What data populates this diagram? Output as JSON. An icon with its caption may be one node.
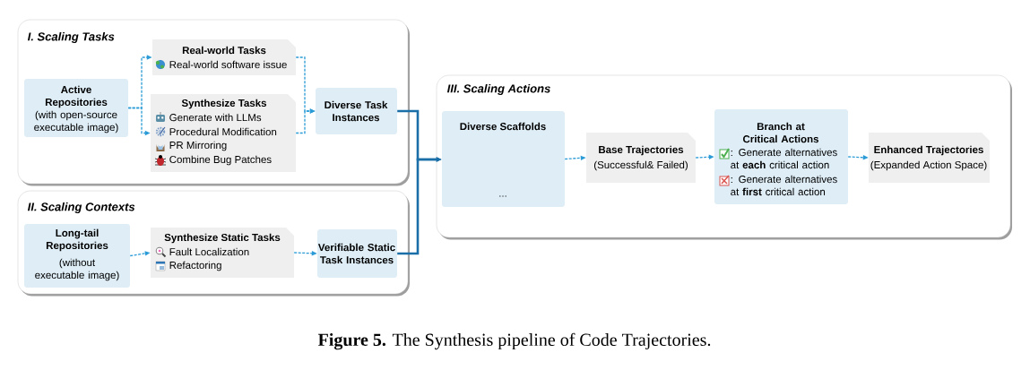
{
  "diagram": {
    "caption": "**Figure 5.** The Synthesis pipeline of Code Trajectories.",
    "nodes": [
      {
        "text": [
          "I. Scaling Tasks"
        ]
      },
      {
        "text": [
          "Active Repositories",
          "(with open-source executable image)"
        ],
        "in": 0
      },
      {
        "text": [
          "Real-world Tasks",
          "Real-world software issue"
        ],
        "in": 0
      },
      {
        "text": [
          "Synthesize Tasks",
          "Generate with LLMs",
          "Procedural Modification",
          "PR Mirroring",
          "Combine Bug Patches"
        ],
        "in": 0
      },
      {
        "text": [
          "Diverse Task Instances"
        ],
        "in": 0
      },
      {
        "text": [
          "II. Scaling Contexts"
        ]
      },
      {
        "text": [
          "Long-tail Repositories",
          "(without executable image)"
        ],
        "in": 5
      },
      {
        "text": [
          "Synthesize Static Tasks",
          "Fault Localization",
          "Refactoring"
        ],
        "in": 5
      },
      {
        "text": [
          "Verifiable Static Task Instances"
        ],
        "in": 5
      },
      {
        "text": [
          "III. Scaling Actions"
        ]
      },
      {
        "text": [
          "Diverse Scaffolds",
          "..."
        ],
        "in": 9
      },
      {
        "text": [
          "Base Trajectories",
          "(Successful& Failed)"
        ],
        "in": 9
      },
      {
        "text": [
          "Branch at Critical Actions",
          ": Generate alternatives at **each** critical action",
          ": Generate alternatives at **first** critical action"
        ],
        "in": 9
      },
      {
        "text": [
          "Enhanced Trajectories",
          "(Expanded Action Space)"
        ],
        "in": 9
      }
    ],
    "edges": [
      {
        "from": 1,
        "to": 2,
        "arrow": "to",
        "style": "dashed"
      },
      {
        "from": 1,
        "to": 3,
        "arrow": "to",
        "style": "dashed"
      },
      {
        "from": 2,
        "to": 4,
        "arrow": "to",
        "style": "dashed"
      },
      {
        "from": 3,
        "to": 4,
        "arrow": "to",
        "style": "dashed"
      },
      {
        "from": 6,
        "to": 7,
        "arrow": "to",
        "style": "dashed"
      },
      {
        "from": 7,
        "to": 8,
        "arrow": "to",
        "style": "dashed"
      },
      {
        "from": 4,
        "to": 10,
        "arrow": "to",
        "color": "#1b6fa8"
      },
      {
        "from": 8,
        "to": 10,
        "arrow": "to",
        "color": "#1b6fa8"
      },
      {
        "from": 10,
        "to": 11,
        "arrow": "to",
        "style": "dashed"
      },
      {
        "from": 11,
        "to": 12,
        "arrow": "to",
        "style": "dashed"
      },
      {
        "from": 12,
        "to": 13,
        "arrow": "to",
        "style": "dashed"
      }
    ]
  }
}
